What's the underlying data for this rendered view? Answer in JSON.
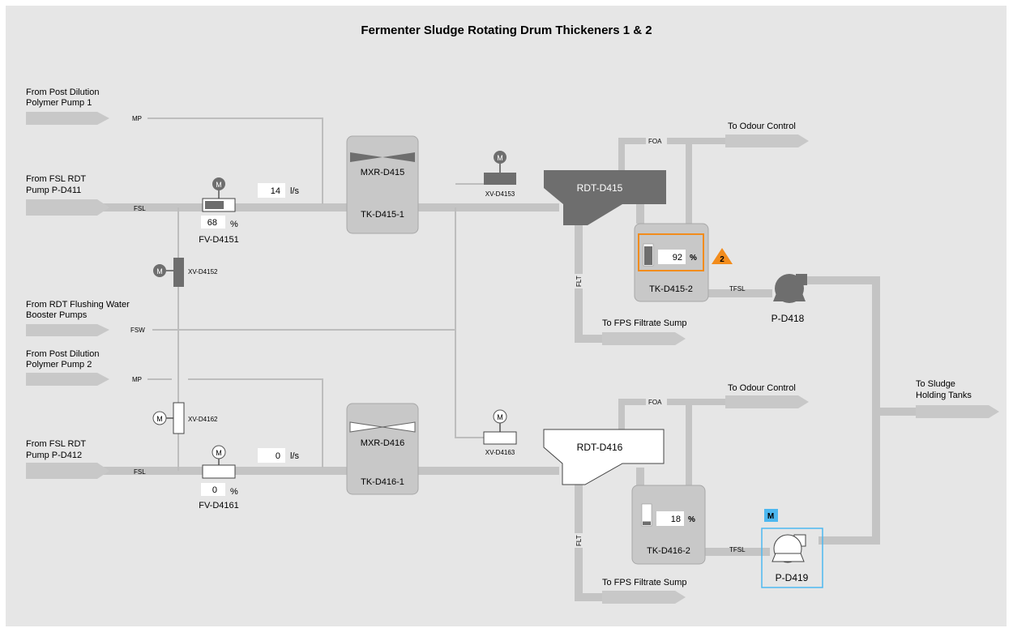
{
  "title": "Fermenter Sludge Rotating Drum Thickeners 1 & 2",
  "sources": {
    "post_dilution_1": [
      "From Post Dilution",
      "Polymer Pump 1"
    ],
    "fsl_pump_411": [
      "From FSL RDT",
      "Pump P-D411"
    ],
    "flushing_water": [
      "From RDT Flushing Water",
      "Booster Pumps"
    ],
    "post_dilution_2": [
      "From Post Dilution",
      "Polymer Pump 2"
    ],
    "fsl_pump_412": [
      "From FSL RDT",
      "Pump P-D412"
    ]
  },
  "line_labels": {
    "mp": "MP",
    "fsl": "FSL",
    "fsw": "FSW",
    "foa": "FOA",
    "flt": "FLT",
    "tfsl": "TFSL"
  },
  "destinations": {
    "odour_control": "To Odour Control",
    "filtrate_sump": "To FPS Filtrate Sump",
    "sludge_holding": [
      "To Sludge",
      "Holding Tanks"
    ]
  },
  "train1": {
    "flow_value": "14",
    "flow_unit": "l/s",
    "valve_position": "68",
    "valve_unit": "%",
    "flow_valve": "FV-D4151",
    "isolation_valve": "XV-D4152",
    "flush_valve": "XV-D4153",
    "mixer": "MXR-D415",
    "mix_tank": "TK-D415-1",
    "rdt": "RDT-D415",
    "tank_level": "92",
    "tank_level_unit": "%",
    "tank_level_fraction": 0.92,
    "holding_tank": "TK-D415-2",
    "pump": "P-D418",
    "alarm_count": "2",
    "motor_symbol": "M"
  },
  "train2": {
    "flow_value": "0",
    "flow_unit": "l/s",
    "valve_position": "0",
    "valve_unit": "%",
    "flow_valve": "FV-D4161",
    "isolation_valve": "XV-D4162",
    "flush_valve": "XV-D4163",
    "mixer": "MXR-D416",
    "mix_tank": "TK-D416-1",
    "rdt": "RDT-D416",
    "tank_level": "18",
    "tank_level_unit": "%",
    "tank_level_fraction": 0.18,
    "holding_tank": "TK-D416-2",
    "pump": "P-D419",
    "mode_badge": "M",
    "motor_symbol": "M"
  },
  "colors": {
    "background": "#e6e6e6",
    "pipe": "#c0c0c0",
    "equipment": "#c8c8c8",
    "active": "#6e6e6e",
    "alarm": "#f28c1c",
    "selected": "#4db8f0"
  }
}
